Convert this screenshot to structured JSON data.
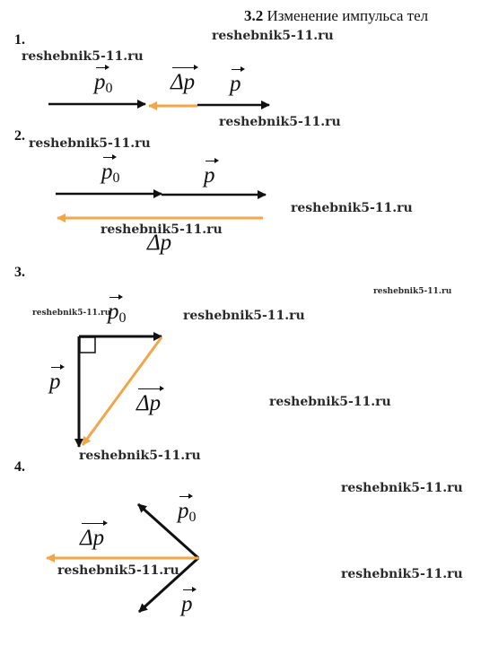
{
  "header": {
    "number": "3.2",
    "title": "Изменение импульса тел"
  },
  "watermark": "reshebnik5-11.ru",
  "problems": [
    {
      "number": "1.",
      "labels": {
        "p0": "p",
        "p0_sub": "0",
        "dp": "Δp",
        "p": "p"
      }
    },
    {
      "number": "2.",
      "labels": {
        "p0": "p",
        "p0_sub": "0",
        "dp": "Δp",
        "p": "p"
      }
    },
    {
      "number": "3.",
      "labels": {
        "p0": "p",
        "p0_sub": "0",
        "dp": "Δp",
        "p": "p"
      }
    },
    {
      "number": "4.",
      "labels": {
        "p0": "p",
        "p0_sub": "0",
        "dp": "Δp",
        "p": "p"
      }
    }
  ],
  "colors": {
    "momentum": "#111111",
    "change": "#f2a64a"
  },
  "icons": [
    "vector-arrow-icon",
    "right-angle-icon"
  ]
}
